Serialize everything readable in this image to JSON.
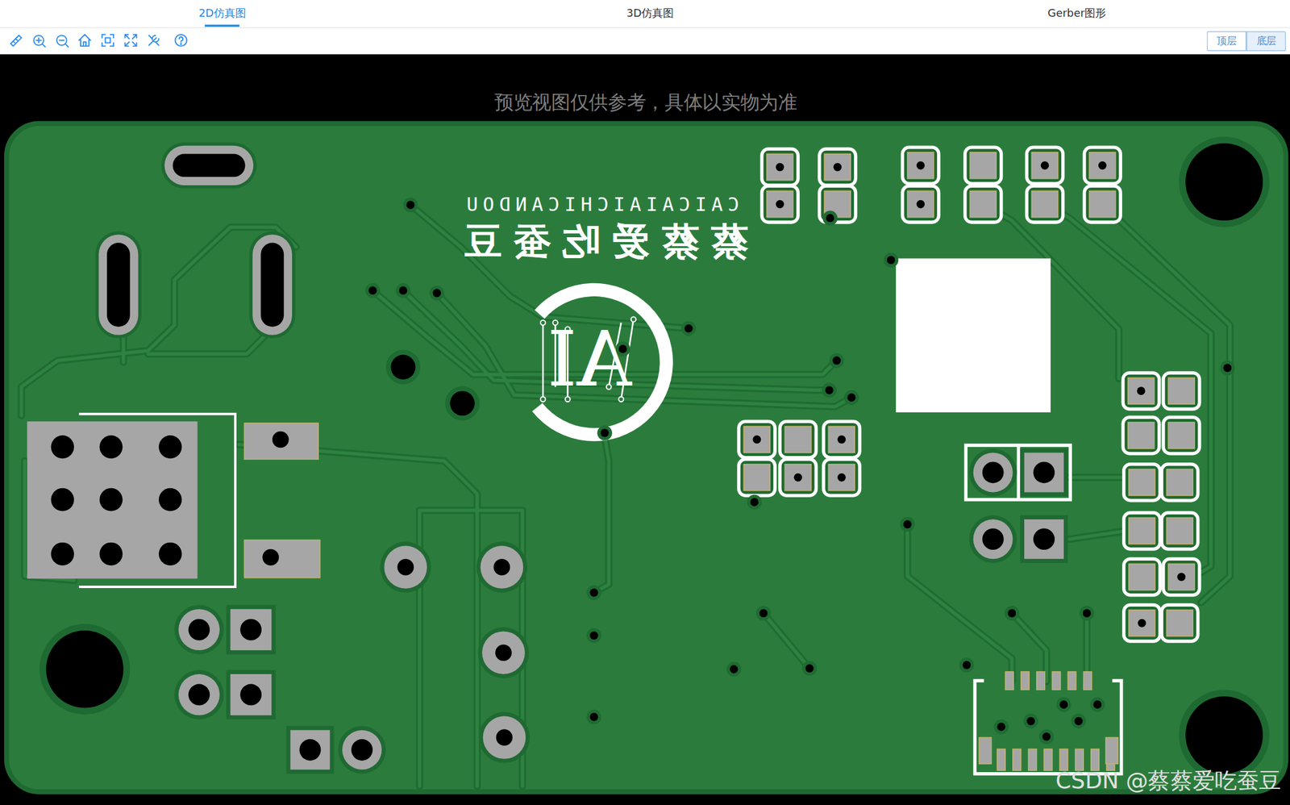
{
  "diagram": {
    "nodes": [
      {
        "text": [
          "顶层"
        ]
      },
      {
        "text": [
          "底层"
        ]
      }
    ],
    "labels": [
      "2D仿真图",
      "3D仿真图",
      "Gerber图形",
      "预览视图仅供参考，具体以实物为准",
      "CAICAIAICHICANDOU",
      "蔡蔡爱吃蚕豆",
      "AI",
      "CSDN @蔡蔡爱吃蚕豆"
    ]
  }
}
